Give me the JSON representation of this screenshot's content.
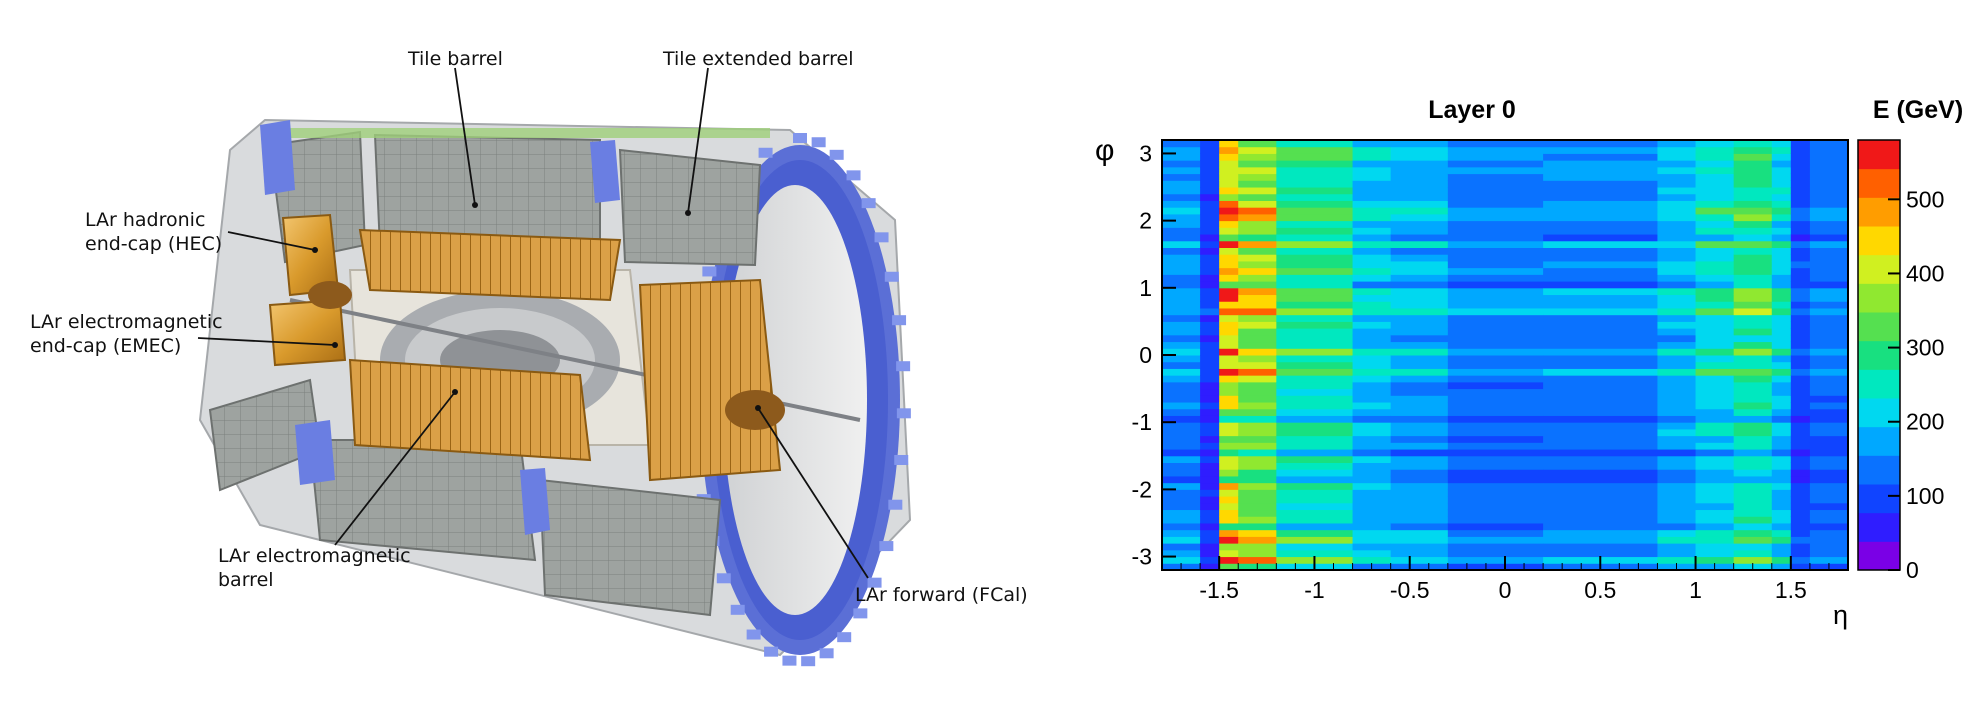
{
  "diagram": {
    "labels": {
      "tile_barrel": "Tile barrel",
      "tile_extended_barrel": "Tile extended barrel",
      "hec_line1": "LAr hadronic",
      "hec_line2": "end-cap (HEC)",
      "emec_line1": "LAr electromagnetic",
      "emec_line2": "end-cap (EMEC)",
      "em_barrel_line1": "LAr electromagnetic",
      "em_barrel_line2": "barrel",
      "fcal": "LAr forward (FCal)"
    }
  },
  "chart_data": {
    "type": "heatmap",
    "title": "Layer 0",
    "xlabel": "η",
    "ylabel": "φ",
    "zlabel": "E (GeV)",
    "xlim": [
      -1.8,
      1.8
    ],
    "ylim": [
      -3.2,
      3.2
    ],
    "zlim": [
      0,
      580
    ],
    "x_ticks": [
      "-1.5",
      "-1",
      "-0.5",
      "0",
      "0.5",
      "1",
      "1.5"
    ],
    "x_tick_values": [
      -1.5,
      -1,
      -0.5,
      0,
      0.5,
      1,
      1.5
    ],
    "y_ticks": [
      "3",
      "2",
      "1",
      "0",
      "-1",
      "-2",
      "-3"
    ],
    "y_tick_values": [
      3,
      2,
      1,
      0,
      -1,
      -2,
      -3
    ],
    "z_ticks": [
      "500",
      "400",
      "300",
      "200",
      "100",
      "0"
    ],
    "z_tick_values": [
      500,
      400,
      300,
      200,
      100,
      0
    ],
    "eta_bands": [
      {
        "from": -1.8,
        "to": -1.6,
        "energy": 170
      },
      {
        "from": -1.6,
        "to": -1.5,
        "energy": 90
      },
      {
        "from": -1.5,
        "to": -1.4,
        "energy": 470
      },
      {
        "from": -1.4,
        "to": -1.2,
        "energy": 400
      },
      {
        "from": -1.2,
        "to": -0.8,
        "energy": 290
      },
      {
        "from": -0.8,
        "to": -0.6,
        "energy": 220
      },
      {
        "from": -0.6,
        "to": -0.3,
        "energy": 190
      },
      {
        "from": -0.3,
        "to": 0.2,
        "energy": 150
      },
      {
        "from": 0.2,
        "to": 0.8,
        "energy": 160
      },
      {
        "from": 0.8,
        "to": 1.0,
        "energy": 200
      },
      {
        "from": 1.0,
        "to": 1.2,
        "energy": 240
      },
      {
        "from": 1.2,
        "to": 1.4,
        "energy": 300
      },
      {
        "from": 1.4,
        "to": 1.5,
        "energy": 230
      },
      {
        "from": 1.5,
        "to": 1.6,
        "energy": 110
      },
      {
        "from": 1.6,
        "to": 1.8,
        "energy": 140
      }
    ],
    "phi_bins": 64,
    "palette": [
      "#7a00e6",
      "#2f1dff",
      "#1044ff",
      "#0a72ff",
      "#00a8ff",
      "#00d8f0",
      "#00e8bf",
      "#18e080",
      "#55e050",
      "#90e830",
      "#d0f020",
      "#ffd800",
      "#ff9d00",
      "#ff6000",
      "#f01818"
    ]
  }
}
